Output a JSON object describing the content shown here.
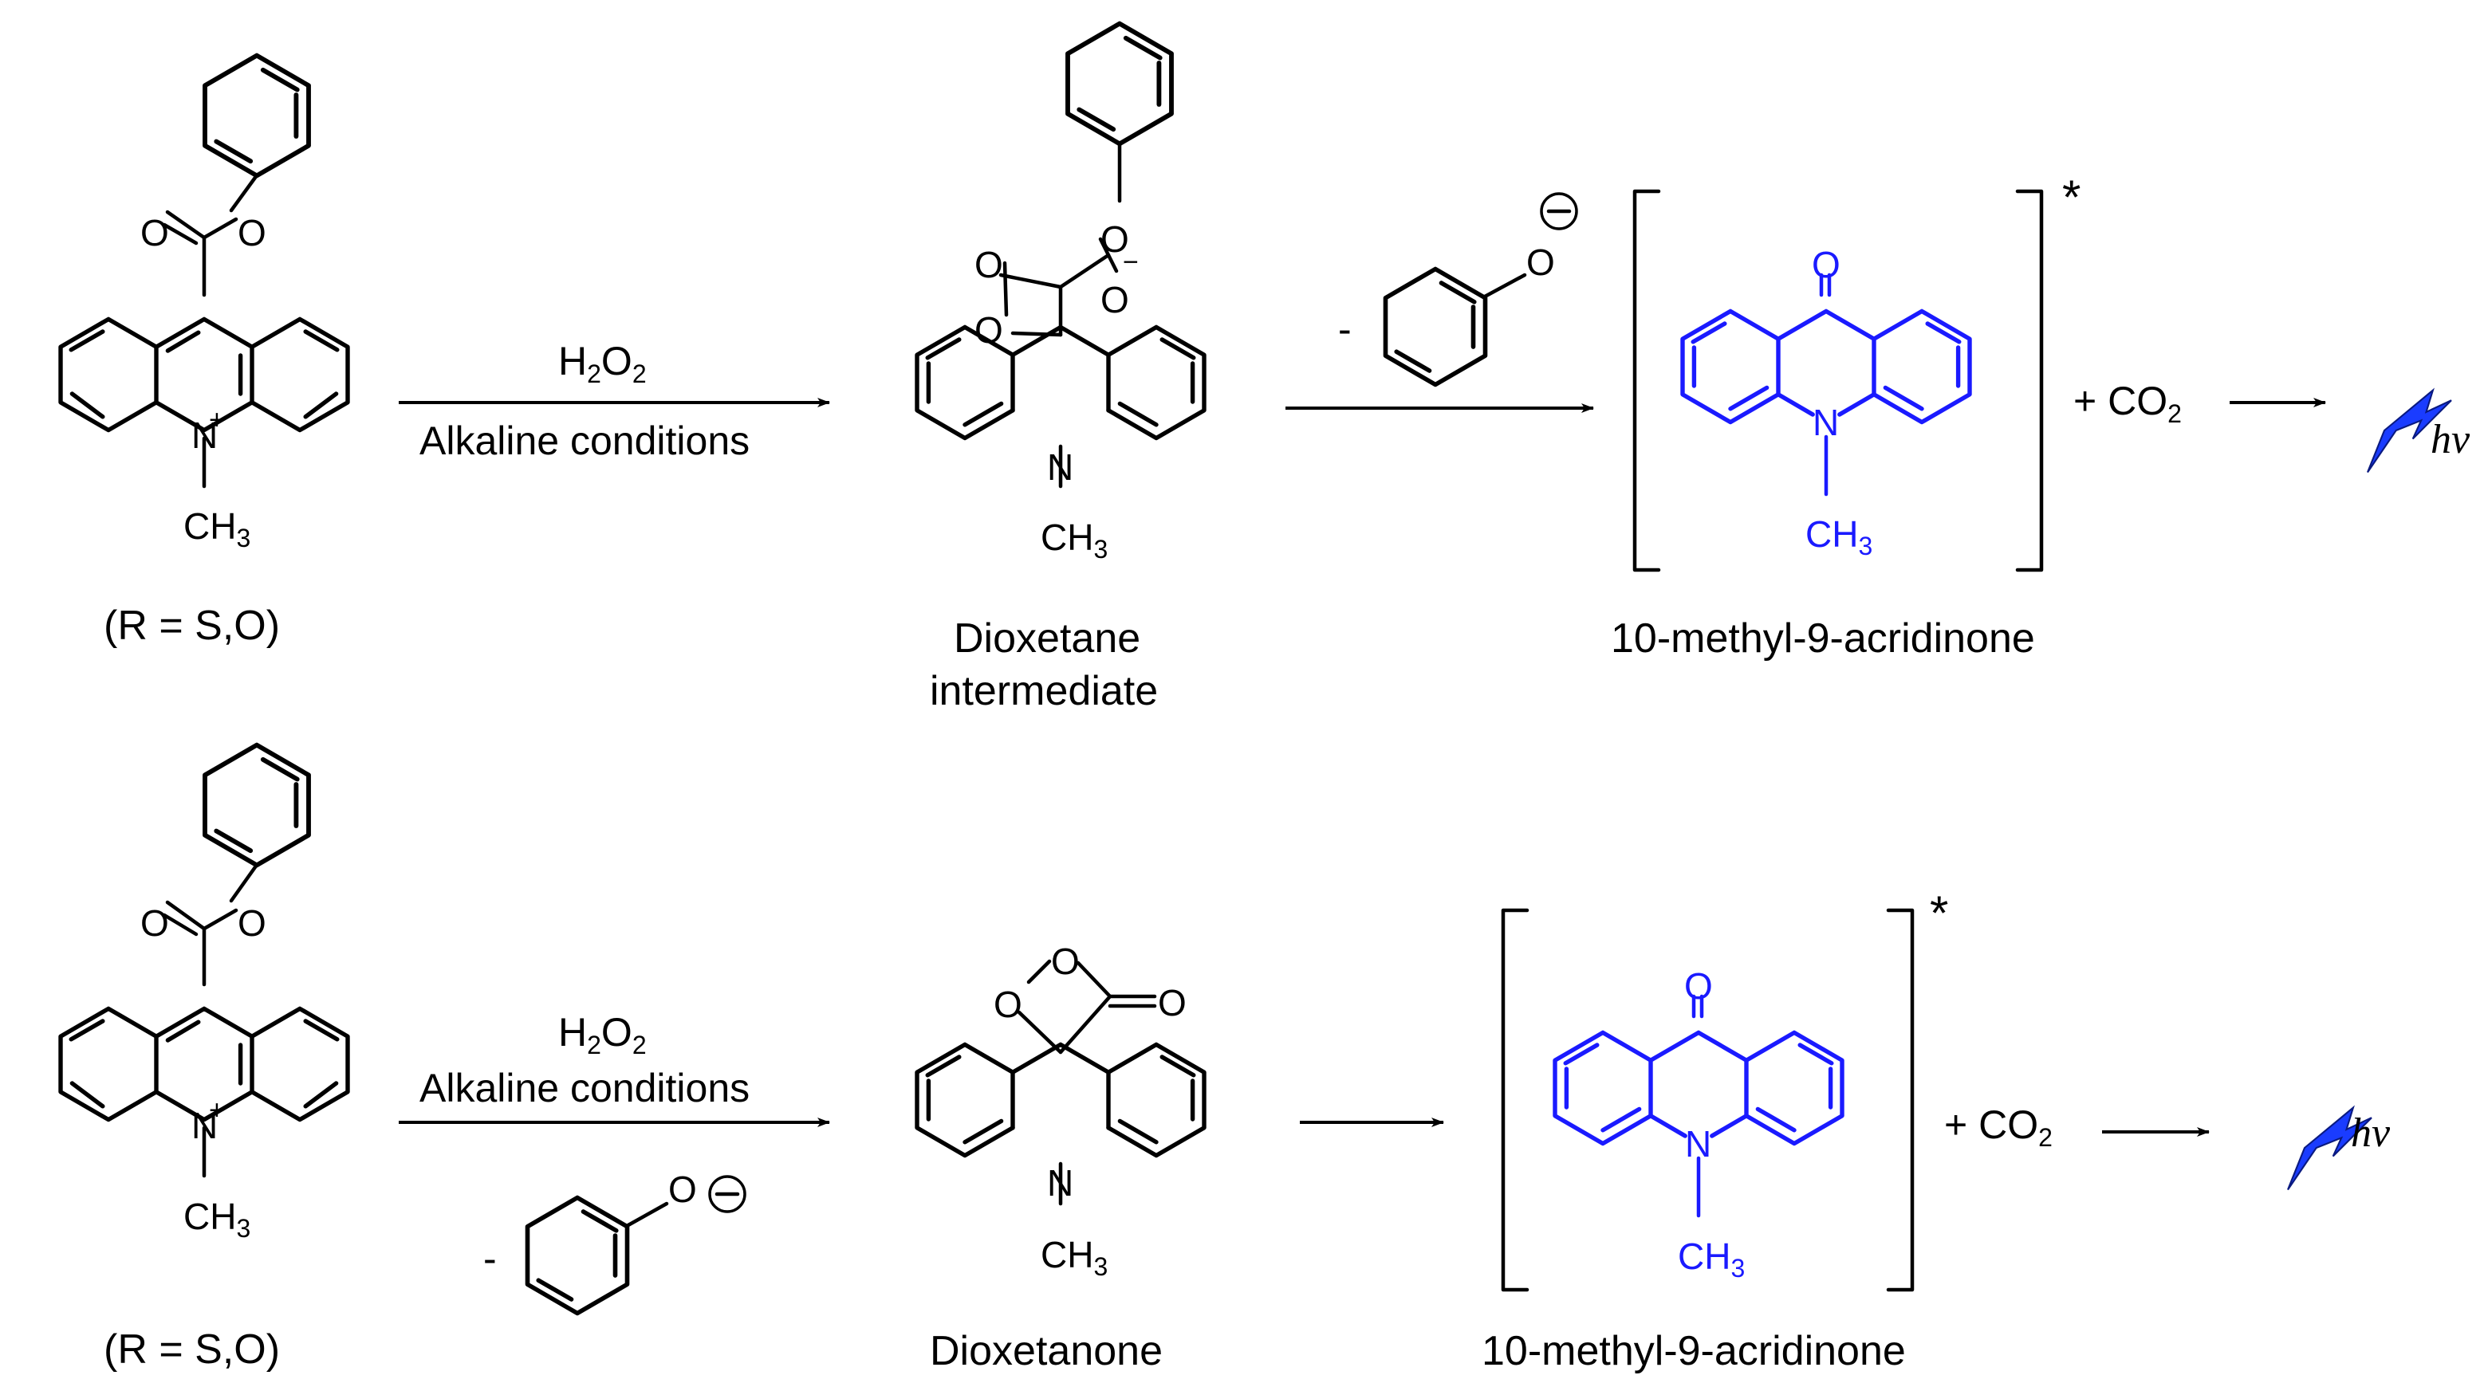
{
  "atoms": {
    "O": "O",
    "N": "N",
    "C": "C",
    "H3": "H",
    "three": "3",
    "plus": "+",
    "minus": "−",
    "two": "2"
  },
  "row1": {
    "r_label": "(R = S,O)",
    "arrow1_top_H": "H",
    "arrow1_top_2a": "2",
    "arrow1_top_O": "O",
    "arrow1_top_2b": "2",
    "arrow1_bottom": "Alkaline conditions",
    "minus_sign": "-",
    "intermediate_line1": "Dioxetane",
    "intermediate_line2": "intermediate",
    "product_label": "10-methyl-9-acridinone",
    "co2_prefix": "+ CO",
    "co2_sub": "2",
    "star": "*",
    "hv": "hv"
  },
  "row2": {
    "r_label": "(R = S,O)",
    "arrow1_top_H": "H",
    "arrow1_top_2a": "2",
    "arrow1_top_O": "O",
    "arrow1_top_2b": "2",
    "arrow1_bottom": "Alkaline conditions",
    "minus_sign": "-",
    "intermediate_label": "Dioxetanone",
    "product_label": "10-methyl-9-acridinone",
    "co2_prefix": "+ CO",
    "co2_sub": "2",
    "star": "*",
    "hv": "hv"
  },
  "colors": {
    "product": "#1a1aff",
    "bolt": "#1a3cff"
  }
}
